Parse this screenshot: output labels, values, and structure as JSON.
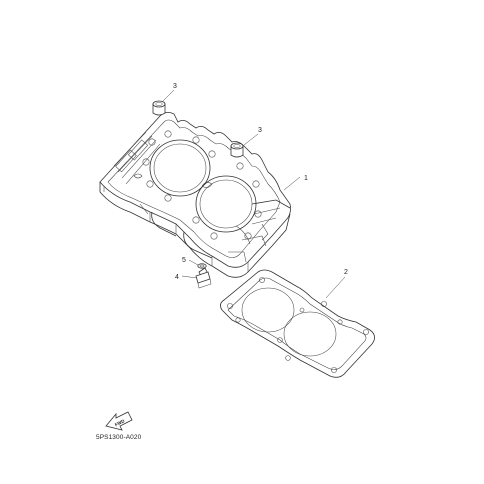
{
  "callouts": [
    {
      "id": "cylinder",
      "number": "1"
    },
    {
      "id": "gasket",
      "number": "2"
    },
    {
      "id": "dowel-left",
      "number": "3"
    },
    {
      "id": "dowel-right",
      "number": "3"
    },
    {
      "id": "bolt",
      "number": "4"
    },
    {
      "id": "o-ring",
      "number": "5"
    }
  ],
  "fwd_label": "FWD",
  "reference_code": "5PS1300-A020",
  "colors": {
    "line": "#333333",
    "background": "#ffffff"
  }
}
